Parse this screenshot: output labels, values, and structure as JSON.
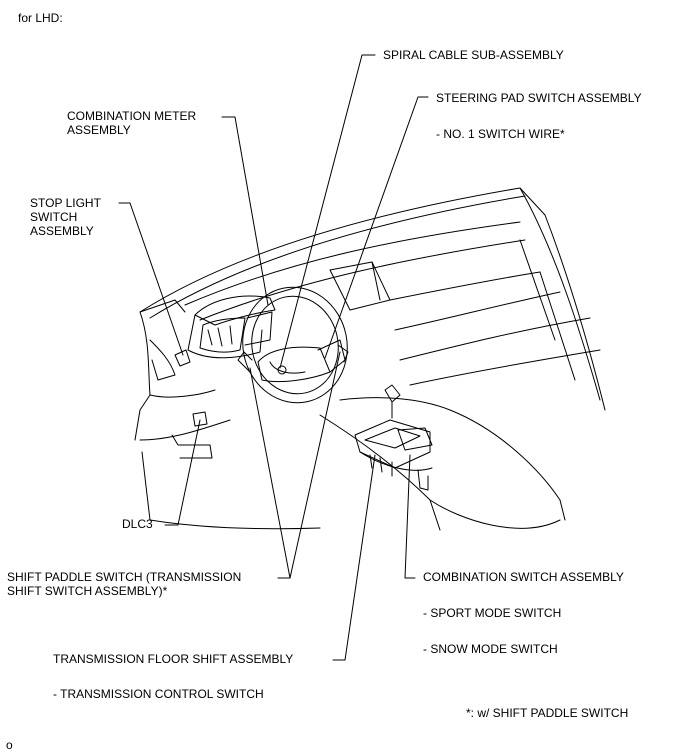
{
  "header": {
    "variant": "for LHD:"
  },
  "labels": {
    "spiral_cable": "SPIRAL CABLE SUB-ASSEMBLY",
    "steering_pad": "STEERING PAD SWITCH ASSEMBLY",
    "no1_switch_wire": "- NO. 1 SWITCH WIRE*",
    "combination_meter": "COMBINATION METER\nASSEMBLY",
    "stop_light": "STOP LIGHT\nSWITCH\nASSEMBLY",
    "dlc3": "DLC3",
    "shift_paddle": "SHIFT PADDLE SWITCH (TRANSMISSION\nSHIFT SWITCH ASSEMBLY)*",
    "combination_switch": "COMBINATION SWITCH ASSEMBLY",
    "sport_mode": "- SPORT MODE SWITCH",
    "snow_mode": "- SNOW MODE SWITCH",
    "floor_shift": "TRANSMISSION FLOOR SHIFT ASSEMBLY",
    "trans_control": "- TRANSMISSION CONTROL SWITCH"
  },
  "footnote": "*: w/ SHIFT PADDLE SWITCH",
  "figure_id": "o"
}
